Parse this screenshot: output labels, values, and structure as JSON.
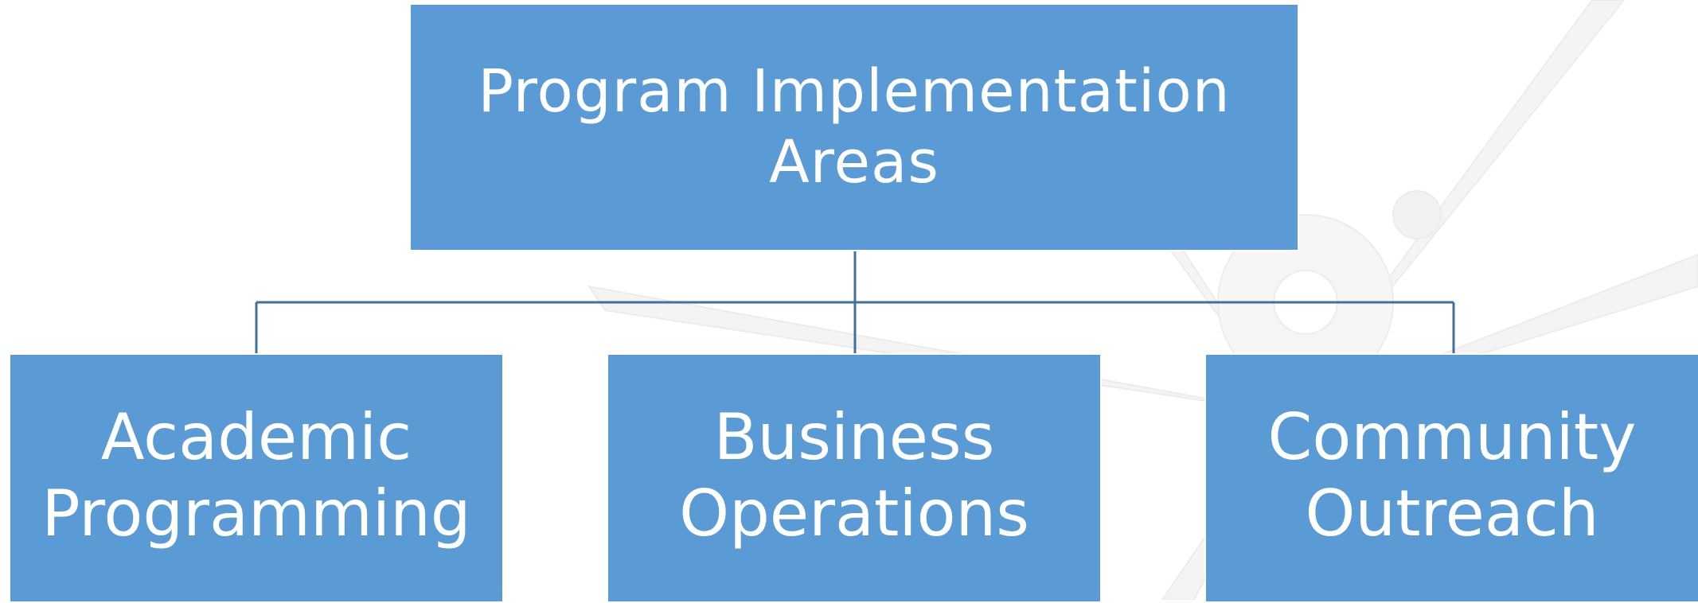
{
  "diagram": {
    "type": "org-chart",
    "colors": {
      "box_fill": "#5b9bd5",
      "box_text": "#ffffff",
      "connector": "#41719c",
      "watermark": "#f3f3f3"
    },
    "root": {
      "label": "Program Implementation\nAreas"
    },
    "children": [
      {
        "label": "Academic\nProgramming"
      },
      {
        "label": "Business\nOperations"
      },
      {
        "label": "Community\nOutreach"
      }
    ]
  }
}
